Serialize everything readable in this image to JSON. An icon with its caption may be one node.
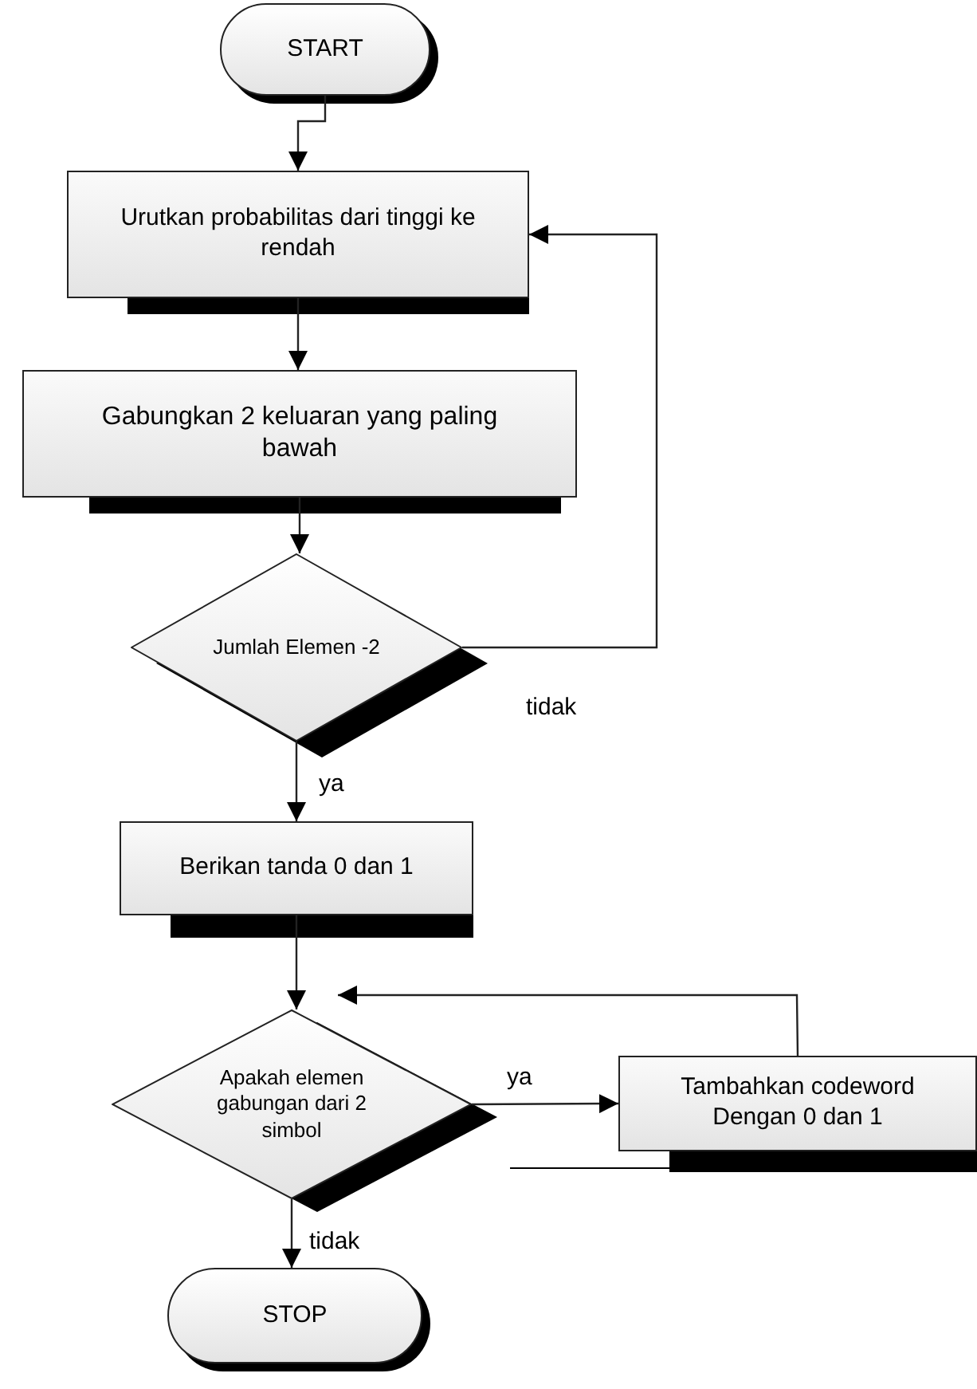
{
  "diagram": {
    "nodes": [
      {
        "text": [
          "START"
        ]
      },
      {
        "text": [
          "Urutkan probabilitas dari tinggi ke rendah"
        ]
      },
      {
        "text": [
          "Gabungkan 2 keluaran yang paling bawah"
        ]
      },
      {
        "text": [
          "Jumlah Elemen -2"
        ]
      },
      {
        "text": [
          "Berikan tanda 0 dan 1"
        ]
      },
      {
        "text": [
          "Apakah elemen gabungan dari 2 simbol"
        ]
      },
      {
        "text": [
          "Tambahkan codeword Dengan 0 dan 1"
        ]
      },
      {
        "text": [
          "STOP"
        ]
      }
    ],
    "edges": [
      {
        "from": 0,
        "to": 1,
        "arrow": "to"
      },
      {
        "from": 1,
        "to": 2,
        "arrow": "to"
      },
      {
        "from": 2,
        "to": 3,
        "arrow": "to"
      },
      {
        "from": 3,
        "to": 1,
        "arrow": "to",
        "label": "tidak"
      },
      {
        "from": 3,
        "to": 4,
        "arrow": "to",
        "label": "ya"
      },
      {
        "from": 4,
        "to": 5,
        "arrow": "to"
      },
      {
        "from": 5,
        "to": 6,
        "arrow": "to",
        "label": "ya"
      },
      {
        "from": 6,
        "to": 5,
        "arrow": "to"
      },
      {
        "from": 5,
        "to": 7,
        "arrow": "to",
        "label": "tidak"
      }
    ]
  }
}
